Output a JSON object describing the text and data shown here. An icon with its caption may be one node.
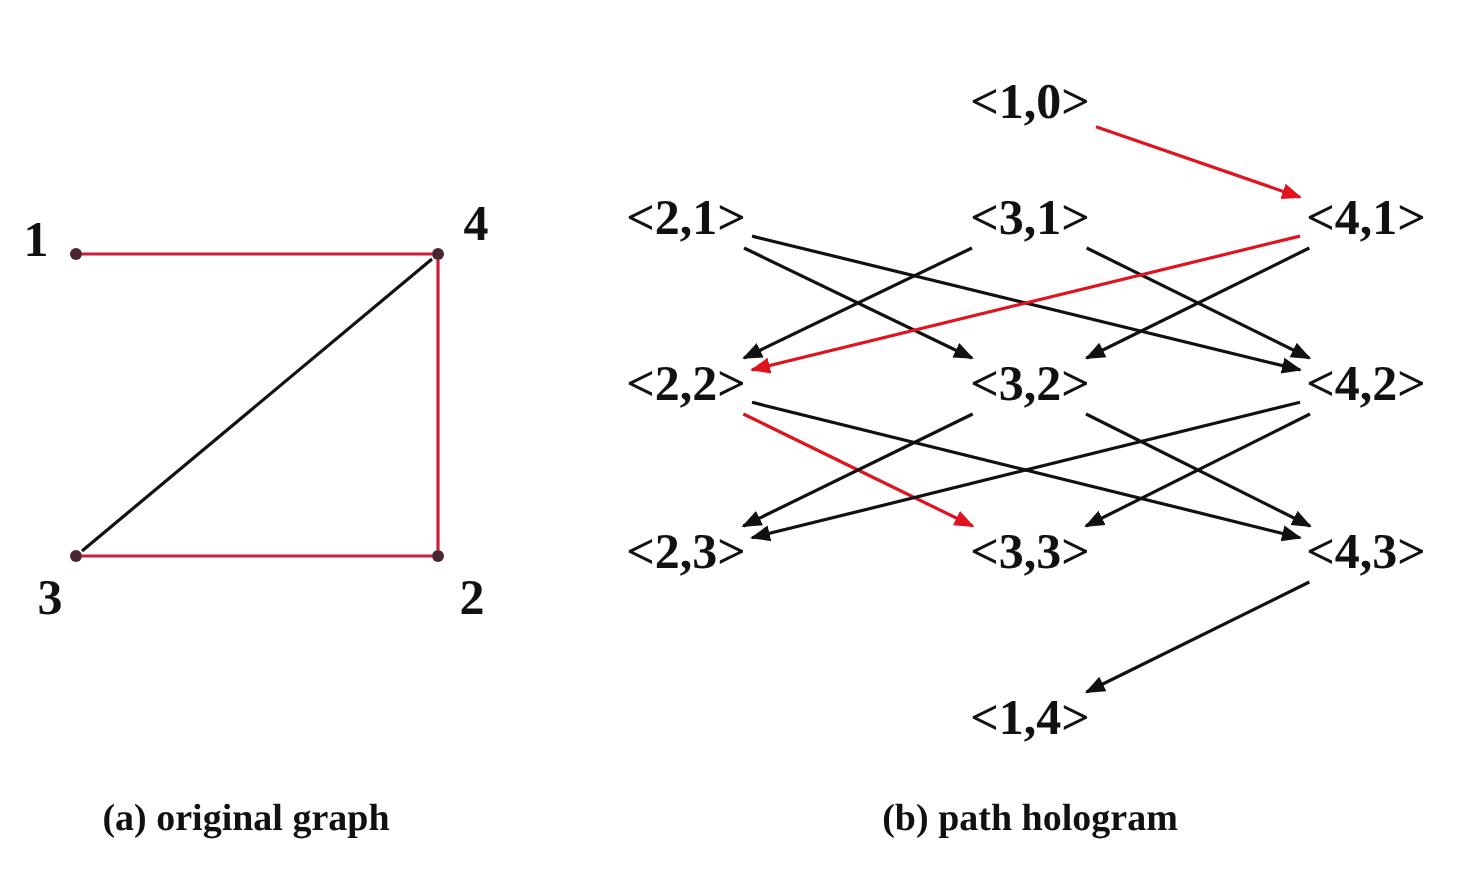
{
  "diagram": {
    "nodes": [
      {
        "text": [],
        "shape": "circle",
        "beside": [
          "1"
        ]
      },
      {
        "text": [],
        "shape": "circle",
        "beside": [
          "4"
        ]
      },
      {
        "text": [],
        "shape": "circle",
        "beside": [
          "3"
        ]
      },
      {
        "text": [],
        "shape": "circle",
        "beside": [
          "2"
        ]
      },
      {
        "text": [
          "<1,0>"
        ]
      },
      {
        "text": [
          "<2,1>"
        ]
      },
      {
        "text": [
          "<3,1>"
        ]
      },
      {
        "text": [
          "<4,1>"
        ]
      },
      {
        "text": [
          "<2,2>"
        ]
      },
      {
        "text": [
          "<3,2>"
        ]
      },
      {
        "text": [
          "<4,2>"
        ]
      },
      {
        "text": [
          "<2,3>"
        ]
      },
      {
        "text": [
          "<3,3>"
        ]
      },
      {
        "text": [
          "<4,3>"
        ]
      },
      {
        "text": [
          "<1,4>"
        ]
      }
    ],
    "edges": [
      {
        "from": 0,
        "to": 1,
        "arrow": "none",
        "color": "#c8203c"
      },
      {
        "from": 1,
        "to": 3,
        "arrow": "none",
        "color": "#c8203c"
      },
      {
        "from": 2,
        "to": 3,
        "arrow": "none",
        "color": "#c8203c"
      },
      {
        "from": 2,
        "to": 1,
        "arrow": "none"
      },
      {
        "from": 4,
        "to": 7,
        "arrow": "to",
        "color": "#e0141e"
      },
      {
        "from": 5,
        "to": 9,
        "arrow": "to"
      },
      {
        "from": 5,
        "to": 10,
        "arrow": "to"
      },
      {
        "from": 6,
        "to": 8,
        "arrow": "to"
      },
      {
        "from": 6,
        "to": 10,
        "arrow": "to"
      },
      {
        "from": 7,
        "to": 8,
        "arrow": "to",
        "color": "#e0141e"
      },
      {
        "from": 7,
        "to": 9,
        "arrow": "to"
      },
      {
        "from": 8,
        "to": 12,
        "arrow": "to",
        "color": "#e0141e"
      },
      {
        "from": 8,
        "to": 13,
        "arrow": "to"
      },
      {
        "from": 9,
        "to": 11,
        "arrow": "to"
      },
      {
        "from": 9,
        "to": 13,
        "arrow": "to"
      },
      {
        "from": 10,
        "to": 11,
        "arrow": "to"
      },
      {
        "from": 10,
        "to": 12,
        "arrow": "to"
      },
      {
        "from": 13,
        "to": 14,
        "arrow": "to"
      }
    ],
    "labels": [
      "(a) original graph",
      "(b) path hologram"
    ]
  }
}
